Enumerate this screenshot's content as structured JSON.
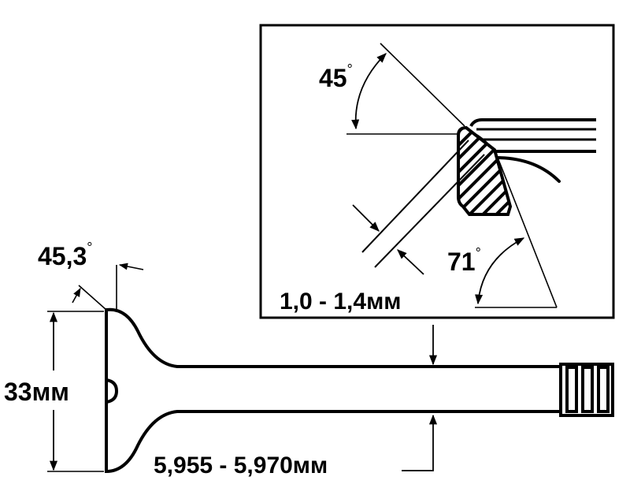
{
  "inset": {
    "seat_angle": "45",
    "edge_angle": "71",
    "seat_width": "1,0 - 1,4мм"
  },
  "valve": {
    "face_angle": "45,3",
    "head_diameter": "33мм",
    "stem_diameter": "5,955 - 5,970мм"
  },
  "degree_symbol": "°"
}
